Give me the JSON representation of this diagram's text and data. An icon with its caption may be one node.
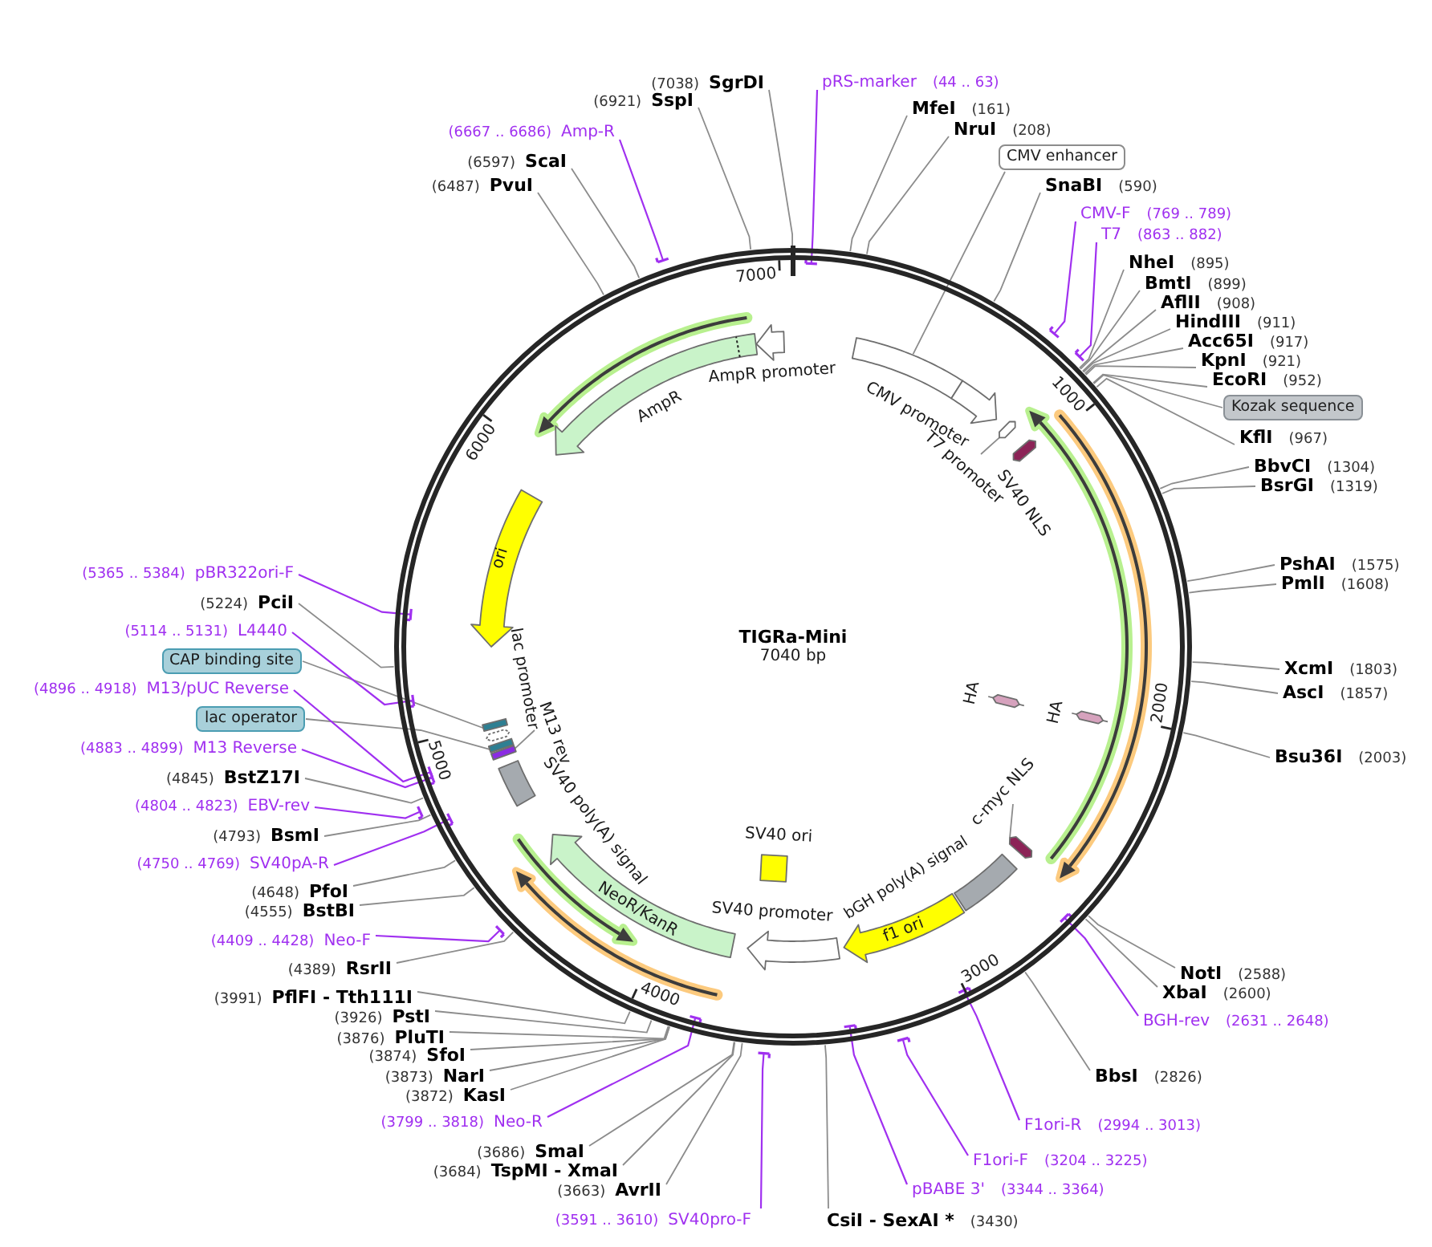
{
  "diagram": {
    "nodes": [
      {
        "text": [
          "TIGRa-Mini",
          "7040 bp"
        ]
      },
      {
        "text": [],
        "shape": "box",
        "in": 0
      },
      {
        "text": [
          "CMV promoter"
        ],
        "in": 0
      },
      {
        "text": [],
        "shape": "arrow",
        "in": 0
      },
      {
        "text": [
          "T7 promoter"
        ],
        "in": 0
      },
      {
        "text": [
          "SV40 NLS"
        ],
        "in": 0
      },
      {
        "text": [
          "HA"
        ],
        "in": 0
      },
      {
        "text": [
          "HA"
        ],
        "in": 0
      },
      {
        "text": [],
        "shape": "arrow",
        "in": 0
      },
      {
        "text": [
          "c-myc NLS"
        ],
        "in": 0
      },
      {
        "text": [
          "bGH poly(A) signal"
        ],
        "in": 0
      },
      {
        "text": [
          "f1 ori"
        ],
        "in": 0
      },
      {
        "text": [
          "SV40 ori"
        ],
        "in": 0
      },
      {
        "text": [
          "SV40 promoter"
        ],
        "in": 0
      },
      {
        "text": [
          "NeoR/KanR"
        ],
        "in": 0
      },
      {
        "text": [
          "SV40 poly(A) signal"
        ],
        "in": 0
      },
      {
        "text": [],
        "shape": "bar",
        "in": 0
      },
      {
        "text": [
          "M13 rev"
        ],
        "in": 0
      },
      {
        "text": [],
        "shape": "bar",
        "in": 0
      },
      {
        "text": [
          "lac promoter"
        ],
        "in": 0
      },
      {
        "text": [],
        "shape": "bar",
        "in": 0
      },
      {
        "text": [
          "ori"
        ],
        "in": 0
      },
      {
        "text": [
          "AmpR"
        ],
        "in": 0
      },
      {
        "text": [
          "AmpR promoter"
        ],
        "in": 0
      },
      {
        "text": [
          "pRS-marker",
          "(44 .. 63)"
        ]
      },
      {
        "text": [
          "MfeI",
          "(161)"
        ]
      },
      {
        "text": [
          "NruI",
          "(208)"
        ]
      },
      {
        "text": [
          "CMV enhancer"
        ]
      },
      {
        "text": [
          "SnaBI",
          "(590)"
        ]
      },
      {
        "text": [
          "CMV-F",
          "(769 .. 789)"
        ]
      },
      {
        "text": [
          "T7",
          "(863 .. 882)"
        ]
      },
      {
        "text": [
          "NheI",
          "(895)"
        ]
      },
      {
        "text": [
          "BmtI",
          "(899)"
        ]
      },
      {
        "text": [
          "AflII",
          "(908)"
        ]
      },
      {
        "text": [
          "HindIII",
          "(911)"
        ]
      },
      {
        "text": [
          "Acc65I",
          "(917)"
        ]
      },
      {
        "text": [
          "KpnI",
          "(921)"
        ]
      },
      {
        "text": [
          "EcoRI",
          "(952)"
        ]
      },
      {
        "text": [
          "Kozak sequence"
        ]
      },
      {
        "text": [
          "KflI",
          "(967)"
        ]
      },
      {
        "text": [
          "BbvCI",
          "(1304)"
        ]
      },
      {
        "text": [
          "BsrGI",
          "(1319)"
        ]
      },
      {
        "text": [
          "PshAI",
          "(1575)"
        ]
      },
      {
        "text": [
          "PmlI",
          "(1608)"
        ]
      },
      {
        "text": [
          "XcmI",
          "(1803)"
        ]
      },
      {
        "text": [
          "AscI",
          "(1857)"
        ]
      },
      {
        "text": [
          "Bsu36I",
          "(2003)"
        ]
      },
      {
        "text": [
          "NotI",
          "(2588)"
        ]
      },
      {
        "text": [
          "XbaI",
          "(2600)"
        ]
      },
      {
        "text": [
          "BGH-rev",
          "(2631 .. 2648)"
        ]
      },
      {
        "text": [
          "BbsI",
          "(2826)"
        ]
      },
      {
        "text": [
          "F1ori-R",
          "(2994 .. 3013)"
        ]
      },
      {
        "text": [
          "F1ori-F",
          "(3204 .. 3225)"
        ]
      },
      {
        "text": [
          "pBABE 3'",
          "(3344 .. 3364)"
        ]
      },
      {
        "text": [
          "CsiI - SexAI *",
          "(3430)"
        ]
      },
      {
        "text": [
          "(3591 .. 3610)",
          "SV40pro-F"
        ]
      },
      {
        "text": [
          "(3663)",
          "AvrII"
        ]
      },
      {
        "text": [
          "(3684)",
          "TspMI - XmaI"
        ]
      },
      {
        "text": [
          "(3686)",
          "SmaI"
        ]
      },
      {
        "text": [
          "(3799 .. 3818)",
          "Neo-R"
        ]
      },
      {
        "text": [
          "(3872)",
          "KasI"
        ]
      },
      {
        "text": [
          "(3873)",
          "NarI"
        ]
      },
      {
        "text": [
          "(3874)",
          "SfoI"
        ]
      },
      {
        "text": [
          "(3876)",
          "PluTI"
        ]
      },
      {
        "text": [
          "(3926)",
          "PstI"
        ]
      },
      {
        "text": [
          "(3991)",
          "PflFI - Tth111I"
        ]
      },
      {
        "text": [
          "(4389)",
          "RsrII"
        ]
      },
      {
        "text": [
          "(4409 .. 4428)",
          "Neo-F"
        ]
      },
      {
        "text": [
          "(4555)",
          "BstBI"
        ]
      },
      {
        "text": [
          "(4648)",
          "PfoI"
        ]
      },
      {
        "text": [
          "(4750 .. 4769)",
          "SV40pA-R"
        ]
      },
      {
        "text": [
          "(4793)",
          "BsmI"
        ]
      },
      {
        "text": [
          "(4804 .. 4823)",
          "EBV-rev"
        ]
      },
      {
        "text": [
          "(4845)",
          "BstZ17I"
        ]
      },
      {
        "text": [
          "(4883 .. 4899)",
          "M13 Reverse"
        ]
      },
      {
        "text": [
          "lac operator"
        ]
      },
      {
        "text": [
          "(4896 .. 4918)",
          "M13/pUC Reverse"
        ]
      },
      {
        "text": [
          "CAP binding site"
        ]
      },
      {
        "text": [
          "(5114 .. 5131)",
          "L4440"
        ]
      },
      {
        "text": [
          "(5224)",
          "PciI"
        ]
      },
      {
        "text": [
          "(5365 .. 5384)",
          "pBR322ori-F"
        ]
      },
      {
        "text": [
          "(6487)",
          "PvuI"
        ]
      },
      {
        "text": [
          "(6597)",
          "ScaI"
        ]
      },
      {
        "text": [
          "(6667 .. 6686)",
          "Amp-R"
        ]
      },
      {
        "text": [
          "(6921)",
          "SspI"
        ]
      },
      {
        "text": [
          "(7038)",
          "SgrDI"
        ]
      }
    ],
    "edges": [
      {
        "from": 24,
        "to": 0,
        "arrow": "other",
        "color": "#a030f0"
      },
      {
        "from": 25,
        "to": 0,
        "arrow": "none"
      },
      {
        "from": 26,
        "to": 0,
        "arrow": "none"
      },
      {
        "from": 27,
        "to": 1,
        "arrow": "none"
      },
      {
        "from": 28,
        "to": 0,
        "arrow": "none"
      },
      {
        "from": 29,
        "to": 0,
        "arrow": "other",
        "color": "#a030f0"
      },
      {
        "from": 30,
        "to": 0,
        "arrow": "other",
        "color": "#a030f0"
      },
      {
        "from": 31,
        "to": 0,
        "arrow": "none"
      },
      {
        "from": 32,
        "to": 0,
        "arrow": "none"
      },
      {
        "from": 33,
        "to": 0,
        "arrow": "none"
      },
      {
        "from": 34,
        "to": 0,
        "arrow": "none"
      },
      {
        "from": 35,
        "to": 0,
        "arrow": "none"
      },
      {
        "from": 36,
        "to": 0,
        "arrow": "none"
      },
      {
        "from": 37,
        "to": 0,
        "arrow": "none"
      },
      {
        "from": 38,
        "to": 0,
        "arrow": "none"
      },
      {
        "from": 39,
        "to": 0,
        "arrow": "none"
      },
      {
        "from": 40,
        "to": 0,
        "arrow": "none"
      },
      {
        "from": 41,
        "to": 0,
        "arrow": "none"
      },
      {
        "from": 42,
        "to": 0,
        "arrow": "none"
      },
      {
        "from": 43,
        "to": 0,
        "arrow": "none"
      },
      {
        "from": 44,
        "to": 0,
        "arrow": "none"
      },
      {
        "from": 45,
        "to": 0,
        "arrow": "none"
      },
      {
        "from": 46,
        "to": 0,
        "arrow": "none"
      },
      {
        "from": 47,
        "to": 0,
        "arrow": "none"
      },
      {
        "from": 48,
        "to": 0,
        "arrow": "none"
      },
      {
        "from": 49,
        "to": 0,
        "arrow": "other",
        "color": "#a030f0"
      },
      {
        "from": 50,
        "to": 0,
        "arrow": "none"
      },
      {
        "from": 51,
        "to": 0,
        "arrow": "other",
        "color": "#a030f0"
      },
      {
        "from": 52,
        "to": 0,
        "arrow": "other",
        "color": "#a030f0"
      },
      {
        "from": 53,
        "to": 0,
        "arrow": "other",
        "color": "#a030f0"
      },
      {
        "from": 54,
        "to": 0,
        "arrow": "none"
      },
      {
        "from": 55,
        "to": 0,
        "arrow": "other",
        "color": "#a030f0"
      },
      {
        "from": 56,
        "to": 0,
        "arrow": "none"
      },
      {
        "from": 57,
        "to": 0,
        "arrow": "none"
      },
      {
        "from": 58,
        "to": 0,
        "arrow": "none"
      },
      {
        "from": 59,
        "to": 0,
        "arrow": "other",
        "color": "#a030f0"
      },
      {
        "from": 60,
        "to": 0,
        "arrow": "none"
      },
      {
        "from": 61,
        "to": 0,
        "arrow": "none"
      },
      {
        "from": 62,
        "to": 0,
        "arrow": "none"
      },
      {
        "from": 63,
        "to": 0,
        "arrow": "none"
      },
      {
        "from": 64,
        "to": 0,
        "arrow": "none"
      },
      {
        "from": 65,
        "to": 0,
        "arrow": "none"
      },
      {
        "from": 66,
        "to": 0,
        "arrow": "none"
      },
      {
        "from": 67,
        "to": 0,
        "arrow": "other",
        "color": "#a030f0"
      },
      {
        "from": 68,
        "to": 0,
        "arrow": "none"
      },
      {
        "from": 69,
        "to": 0,
        "arrow": "none"
      },
      {
        "from": 70,
        "to": 0,
        "arrow": "other",
        "color": "#a030f0"
      },
      {
        "from": 71,
        "to": 0,
        "arrow": "none"
      },
      {
        "from": 72,
        "to": 0,
        "arrow": "other",
        "color": "#a030f0"
      },
      {
        "from": 73,
        "to": 0,
        "arrow": "none"
      },
      {
        "from": 74,
        "to": 0,
        "arrow": "other",
        "color": "#a030f0"
      },
      {
        "from": 75,
        "to": 18,
        "arrow": "none"
      },
      {
        "from": 76,
        "to": 0,
        "arrow": "other",
        "color": "#a030f0"
      },
      {
        "from": 77,
        "to": 20,
        "arrow": "none"
      },
      {
        "from": 78,
        "to": 0,
        "arrow": "other",
        "color": "#a030f0"
      },
      {
        "from": 79,
        "to": 0,
        "arrow": "none"
      },
      {
        "from": 80,
        "to": 0,
        "arrow": "other",
        "color": "#a030f0"
      },
      {
        "from": 81,
        "to": 0,
        "arrow": "none"
      },
      {
        "from": 82,
        "to": 0,
        "arrow": "none"
      },
      {
        "from": 83,
        "to": 0,
        "arrow": "other",
        "color": "#a030f0"
      },
      {
        "from": 84,
        "to": 0,
        "arrow": "none"
      },
      {
        "from": 85,
        "to": 0,
        "arrow": "none"
      },
      {
        "from": 4,
        "to": 3,
        "arrow": "none"
      },
      {
        "from": 9,
        "to": 8,
        "arrow": "none"
      },
      {
        "from": 17,
        "to": 16,
        "arrow": "none"
      }
    ],
    "labels": [
      "1000",
      "2000",
      "3000",
      "4000",
      "5000",
      "6000",
      "7000"
    ]
  }
}
